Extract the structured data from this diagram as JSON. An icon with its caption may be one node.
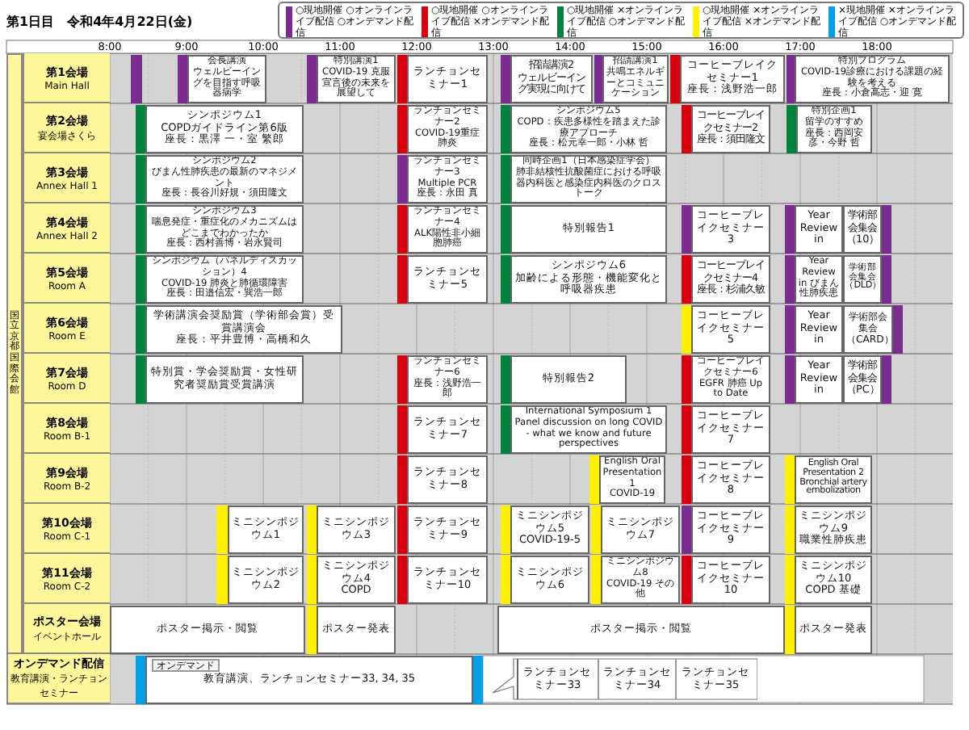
{
  "diagram": {
    "title": "第1日目　令和4年4月22日(金)",
    "nodes": [
      {
        "text": [
          "国立京都国際会館"
        ]
      },
      {
        "text": [
          "第1会場",
          "Main Hall"
        ]
      },
      {
        "text": [],
        "shape": "bar"
      },
      {
        "text": [],
        "shape": "bar"
      },
      {
        "text": [
          "会長講演",
          "ウェルビーイングを目指す呼吸器病学"
        ]
      },
      {
        "text": [],
        "shape": "bar"
      },
      {
        "text": [
          "特別講演1",
          "COVID-19 克服宣言後の未来を展望して"
        ]
      },
      {
        "text": [],
        "shape": "bar"
      },
      {
        "text": [
          "ランチョンセミナー1"
        ]
      },
      {
        "text": [],
        "shape": "bar"
      },
      {
        "text": [
          "招請講演2",
          "ウェルビーイング実現に向けて"
        ]
      },
      {
        "text": [],
        "shape": "bar"
      },
      {
        "text": [
          "招請講演1",
          "共鳴エネルギーとコミュニケーション"
        ]
      },
      {
        "text": [],
        "shape": "bar"
      },
      {
        "text": [
          "コーヒーブレイクセミナー1",
          "座長：浅野浩一郎"
        ]
      },
      {
        "text": [],
        "shape": "bar"
      },
      {
        "text": [
          "特別プログラム",
          "COVID-19診療における課題の経験を考える",
          "座長：小倉高志・迎 寛"
        ]
      },
      {
        "text": [
          "第2会場",
          "宴会場さくら"
        ]
      },
      {
        "text": [],
        "shape": "bar"
      },
      {
        "text": [
          "シンポジウム1",
          "COPDガイドライン第6版",
          "座長：黒澤 一・室 繁郎"
        ]
      },
      {
        "text": [],
        "shape": "bar"
      },
      {
        "text": [
          "ランチョンセミナー2",
          "COVID-19重症肺炎"
        ]
      },
      {
        "text": [],
        "shape": "bar"
      },
      {
        "text": [
          "シンポジウム5",
          "COPD：疾患多様性を踏まえた診療アプローチ",
          "座長：松元幸一郎・小林 哲"
        ]
      },
      {
        "text": [],
        "shape": "bar"
      },
      {
        "text": [
          "コーヒーブレイクセミナー2",
          "座長：須田隆文"
        ]
      },
      {
        "text": [],
        "shape": "bar"
      },
      {
        "text": [
          "特別企画1",
          "留学のすすめ",
          "座長：西岡安彦・今野 哲"
        ]
      },
      {
        "text": [
          "第3会場",
          "Annex Hall 1"
        ]
      },
      {
        "text": [],
        "shape": "bar"
      },
      {
        "text": [
          "シンポジウム2",
          "びまん性肺疾患の最新のマネジメント",
          "座長：長谷川好規・須田隆文"
        ]
      },
      {
        "text": [],
        "shape": "bar"
      },
      {
        "text": [
          "ランチョンセミナー3",
          "Multiple PCR",
          "座長：永田 真"
        ]
      },
      {
        "text": [],
        "shape": "bar"
      },
      {
        "text": [
          "同時企画1（日本感染症学会）",
          "肺非結核性抗酸菌症における呼吸器内科医と感染症内科医のクロストーク"
        ]
      },
      {
        "text": [
          "第4会場",
          "Annex Hall 2"
        ]
      },
      {
        "text": [],
        "shape": "bar"
      },
      {
        "text": [
          "シンポジウム3",
          "喘息発症・重症化のメカニズムはどこまでわかったか",
          "座長：西村善博・岩永賢司"
        ]
      },
      {
        "text": [],
        "shape": "bar"
      },
      {
        "text": [
          "ランチョンセミナー4",
          "ALK陽性非小細胞肺癌"
        ]
      },
      {
        "text": [],
        "shape": "bar"
      },
      {
        "text": [
          "特別報告1"
        ]
      },
      {
        "text": [],
        "shape": "bar"
      },
      {
        "text": [
          "コーヒーブレイクセミナー3"
        ]
      },
      {
        "text": [],
        "shape": "bar"
      },
      {
        "text": [
          "Year Review in"
        ]
      },
      {
        "text": [
          "学術部会集会（10）"
        ]
      },
      {
        "text": [],
        "shape": "bar"
      },
      {
        "text": [
          "第5会場",
          "Room A"
        ]
      },
      {
        "text": [],
        "shape": "bar"
      },
      {
        "text": [
          "シンポジウム（パネルディスカッション）4",
          "COVID-19 肺炎と肺循環障害",
          "座長：田邉信宏・巽浩一郎"
        ]
      },
      {
        "text": [],
        "shape": "bar"
      },
      {
        "text": [
          "ランチョンセミナー5"
        ]
      },
      {
        "text": [],
        "shape": "bar"
      },
      {
        "text": [
          "シンポジウム6",
          "加齢による形態・機能変化と呼吸器疾患"
        ]
      },
      {
        "text": [],
        "shape": "bar"
      },
      {
        "text": [
          "コーヒーブレイクセミナー4",
          "座長：杉浦久敏"
        ]
      },
      {
        "text": [],
        "shape": "bar"
      },
      {
        "text": [
          "Year Review in びまん性肺疾患"
        ]
      },
      {
        "text": [
          "学術部会集会（DLD）"
        ]
      },
      {
        "text": [],
        "shape": "bar"
      },
      {
        "text": [
          "第6会場",
          "Room E"
        ]
      },
      {
        "text": [],
        "shape": "bar"
      },
      {
        "text": [
          "学術講演会奨励賞（学術部会賞）受賞講演会",
          "座長：平井豊博・高橋和久"
        ]
      },
      {
        "text": [],
        "shape": "bar"
      },
      {
        "text": [
          "コーヒーブレイクセミナー5"
        ]
      },
      {
        "text": [],
        "shape": "bar"
      },
      {
        "text": [
          "Year Review in"
        ]
      },
      {
        "text": [
          "学術部会集会（CARD）"
        ]
      },
      {
        "text": [],
        "shape": "bar"
      },
      {
        "text": [
          "第7会場",
          "Room D"
        ]
      },
      {
        "text": [],
        "shape": "bar"
      },
      {
        "text": [
          "特別賞・学会奨励賞・女性研究者奨励賞受賞講演"
        ]
      },
      {
        "text": [],
        "shape": "bar"
      },
      {
        "text": [
          "ランチョンセミナー6",
          "座長：浅野浩一郎"
        ]
      },
      {
        "text": [],
        "shape": "bar"
      },
      {
        "text": [
          "特別報告2"
        ]
      },
      {
        "text": [],
        "shape": "bar"
      },
      {
        "text": [
          "コーヒーブレイクセミナー6",
          "EGFR 肺癌 Up to Date"
        ]
      },
      {
        "text": [],
        "shape": "bar"
      },
      {
        "text": [
          "Year Review in"
        ]
      },
      {
        "text": [
          "学術部会集会（PC）"
        ]
      },
      {
        "text": [],
        "shape": "bar"
      },
      {
        "text": [
          "第8会場",
          "Room B-1"
        ]
      },
      {
        "text": [],
        "shape": "bar"
      },
      {
        "text": [
          "ランチョンセミナー7"
        ]
      },
      {
        "text": [],
        "shape": "bar"
      },
      {
        "text": [
          "International Symposium 1",
          "Panel discussion on long COVID - what we know and future perspectives"
        ]
      },
      {
        "text": [],
        "shape": "bar"
      },
      {
        "text": [
          "コーヒーブレイクセミナー7"
        ]
      },
      {
        "text": [
          "第9会場",
          "Room B-2"
        ]
      },
      {
        "text": [],
        "shape": "bar"
      },
      {
        "text": [
          "ランチョンセミナー8"
        ]
      },
      {
        "text": [],
        "shape": "bar"
      },
      {
        "text": [
          "English Oral Presentation 1",
          "COVID-19"
        ]
      },
      {
        "text": [],
        "shape": "bar"
      },
      {
        "text": [
          "コーヒーブレイクセミナー8"
        ]
      },
      {
        "text": [],
        "shape": "bar"
      },
      {
        "text": [
          "English Oral Presentation 2",
          "Bronchial artery embolization"
        ]
      },
      {
        "text": [
          "第10会場",
          "Room C-1"
        ]
      },
      {
        "text": [],
        "shape": "bar"
      },
      {
        "text": [
          "ミニシンポジウム1"
        ]
      },
      {
        "text": [],
        "shape": "bar"
      },
      {
        "text": [
          "ミニシンポジウム3"
        ]
      },
      {
        "text": [],
        "shape": "bar"
      },
      {
        "text": [
          "ランチョンセミナー9"
        ]
      },
      {
        "text": [],
        "shape": "bar"
      },
      {
        "text": [
          "ミニシンポジウム5",
          "COVID-19-5"
        ]
      },
      {
        "text": [],
        "shape": "bar"
      },
      {
        "text": [
          "ミニシンポジウム7"
        ]
      },
      {
        "text": [],
        "shape": "bar"
      },
      {
        "text": [
          "コーヒーブレイクセミナー9"
        ]
      },
      {
        "text": [],
        "shape": "bar"
      },
      {
        "text": [
          "ミニシンポジウム9",
          "職業性肺疾患"
        ]
      },
      {
        "text": [
          "第11会場",
          "Room C-2"
        ]
      },
      {
        "text": [],
        "shape": "bar"
      },
      {
        "text": [
          "ミニシンポジウム2"
        ]
      },
      {
        "text": [],
        "shape": "bar"
      },
      {
        "text": [
          "ミニシンポジウム4",
          "COPD"
        ]
      },
      {
        "text": [],
        "shape": "bar"
      },
      {
        "text": [
          "ランチョンセミナー10"
        ]
      },
      {
        "text": [],
        "shape": "bar"
      },
      {
        "text": [
          "ミニシンポジウム6"
        ]
      },
      {
        "text": [],
        "shape": "bar"
      },
      {
        "text": [
          "ミニシンポジウム8",
          "COVID-19 その他"
        ]
      },
      {
        "text": [],
        "shape": "bar"
      },
      {
        "text": [
          "コーヒーブレイクセミナー10"
        ]
      },
      {
        "text": [],
        "shape": "bar"
      },
      {
        "text": [
          "ミニシンポジウム10",
          "COPD 基礎"
        ]
      },
      {
        "text": [
          "ポスター会場",
          "イベントホール"
        ]
      },
      {
        "text": [
          "ポスター掲示・閲覧"
        ]
      },
      {
        "text": [],
        "shape": "bar"
      },
      {
        "text": [
          "ポスター発表"
        ]
      },
      {
        "text": [
          "ポスター掲示・閲覧"
        ]
      },
      {
        "text": [],
        "shape": "bar"
      },
      {
        "text": [
          "ポスター発表"
        ]
      },
      {
        "text": [
          "オンデマンド配信",
          "教育講演・ランチョンセミナー"
        ]
      },
      {
        "text": [],
        "shape": "bar"
      },
      {
        "text": [
          "教育講演、ランチョンセミナー33, 34, 35"
        ]
      },
      {
        "text": [
          "オンデマンド"
        ],
        "in": 138
      },
      {
        "text": [],
        "shape": "bar"
      },
      {
        "text": [],
        "shape": "callout"
      },
      {
        "text": [
          "ランチョンセミナー33"
        ],
        "in": 141
      },
      {
        "text": [
          "ランチョンセミナー34"
        ],
        "in": 141
      },
      {
        "text": [
          "ランチョンセミナー35"
        ],
        "in": 141
      }
    ],
    "labels": [
      "8:00",
      "9:00",
      "10:00",
      "11:00",
      "12:00",
      "13:00",
      "14:00",
      "15:00",
      "16:00",
      "17:00",
      "18:00"
    ],
    "legend": [
      {
        "text": "○現地開催 ○オンラインライブ配信 ○オンデマンド配信",
        "color": "#7b2c91"
      },
      {
        "text": "○現地開催 ○オンラインライブ配信 ×オンデマンド配信",
        "color": "#d7000f"
      },
      {
        "text": "○現地開催 ×オンラインライブ配信 ○オンデマンド配信",
        "color": "#00843d"
      },
      {
        "text": "○現地開催 ×オンラインライブ配信 ×オンデマンド配信",
        "color": "#fff000"
      },
      {
        "text": "×現地開催 ×オンラインライブ配信 ○オンデマンド配信",
        "color": "#00a0e9"
      }
    ]
  }
}
